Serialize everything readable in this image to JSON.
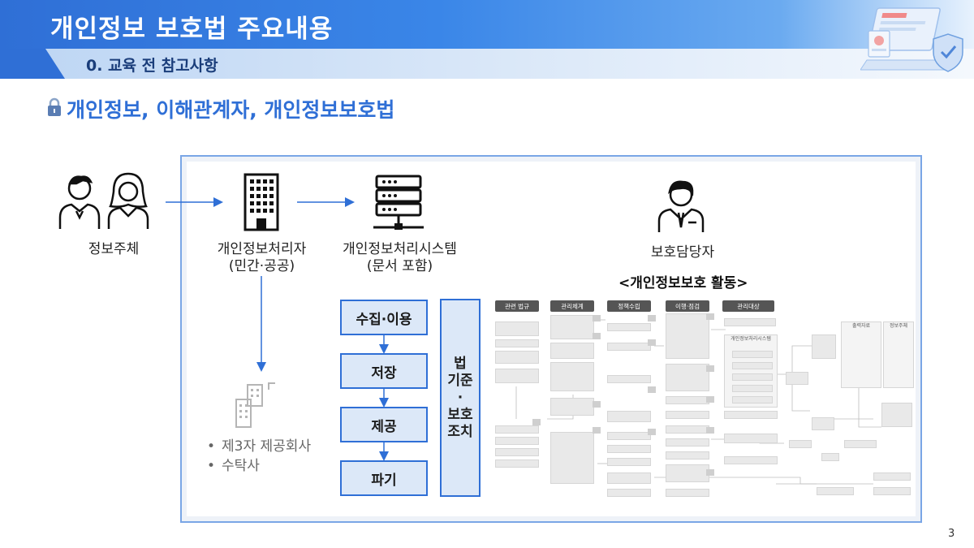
{
  "header": {
    "title": "개인정보 보호법 주요내용",
    "subtitle": "0. 교육 전 참고사항"
  },
  "section": {
    "title": "개인정보, 이해관계자, 개인정보보호법"
  },
  "actors": {
    "subject": "정보주체",
    "processor_line1": "개인정보처리자",
    "processor_line2": "(민간·공공)",
    "system_line1": "개인정보처리시스템",
    "system_line2": "(문서 포함)",
    "officer": "보호담당자"
  },
  "third_parties": [
    "제3자 제공회사",
    "수탁사"
  ],
  "lifecycle": [
    "수집·이용",
    "저장",
    "제공",
    "파기"
  ],
  "law_box": "법\n기준\n·\n보호\n조치",
  "activities": {
    "title": "<개인정보보호 활동>",
    "tabs": [
      "관련 법규",
      "관리체계",
      "정책수립",
      "이행·점검",
      "관리대상"
    ],
    "target_labels": [
      "개인정보처리시스템",
      "출력자료",
      "정보주체"
    ]
  },
  "page_number": "3",
  "colors": {
    "brand": "#2f6fd6",
    "box_fill": "#dce8f8",
    "frame_border": "#7aa6e6"
  }
}
